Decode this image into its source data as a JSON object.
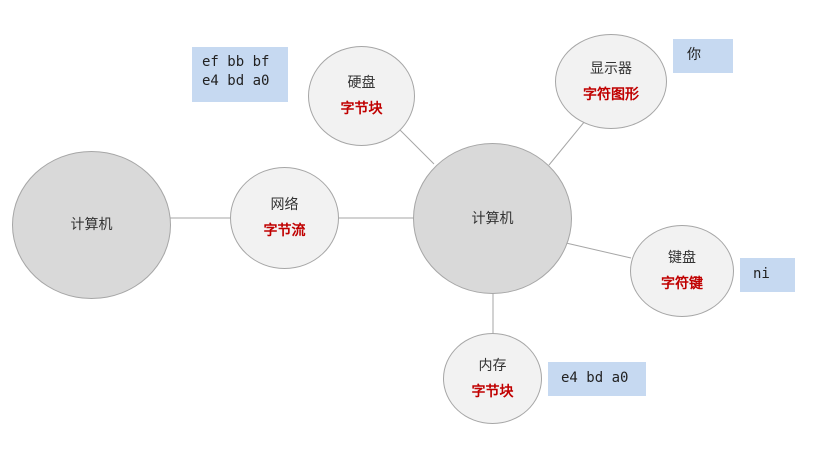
{
  "colors": {
    "large_node_fill": "#d9d9d9",
    "small_node_fill": "#f2f2f2",
    "node_border": "#a6a6a6",
    "edge": "#a6a6a6",
    "highlight_text": "#c00000",
    "note_fill": "#c6d9f1"
  },
  "nodes": {
    "computer_left": {
      "label": "计算机"
    },
    "network": {
      "label": "网络",
      "sub": "字节流"
    },
    "computer_center": {
      "label": "计算机"
    },
    "disk": {
      "label": "硬盘",
      "sub": "字节块"
    },
    "display": {
      "label": "显示器",
      "sub": "字符图形"
    },
    "keyboard": {
      "label": "键盘",
      "sub": "字符键"
    },
    "memory": {
      "label": "内存",
      "sub": "字节块"
    }
  },
  "notes": {
    "bom_bytes": {
      "line1": "ef bb bf",
      "line2": "e4 bd a0"
    },
    "display_char": {
      "text": "你"
    },
    "keyboard_input": {
      "text": "ni"
    },
    "memory_bytes": {
      "text": "e4 bd a0"
    }
  }
}
